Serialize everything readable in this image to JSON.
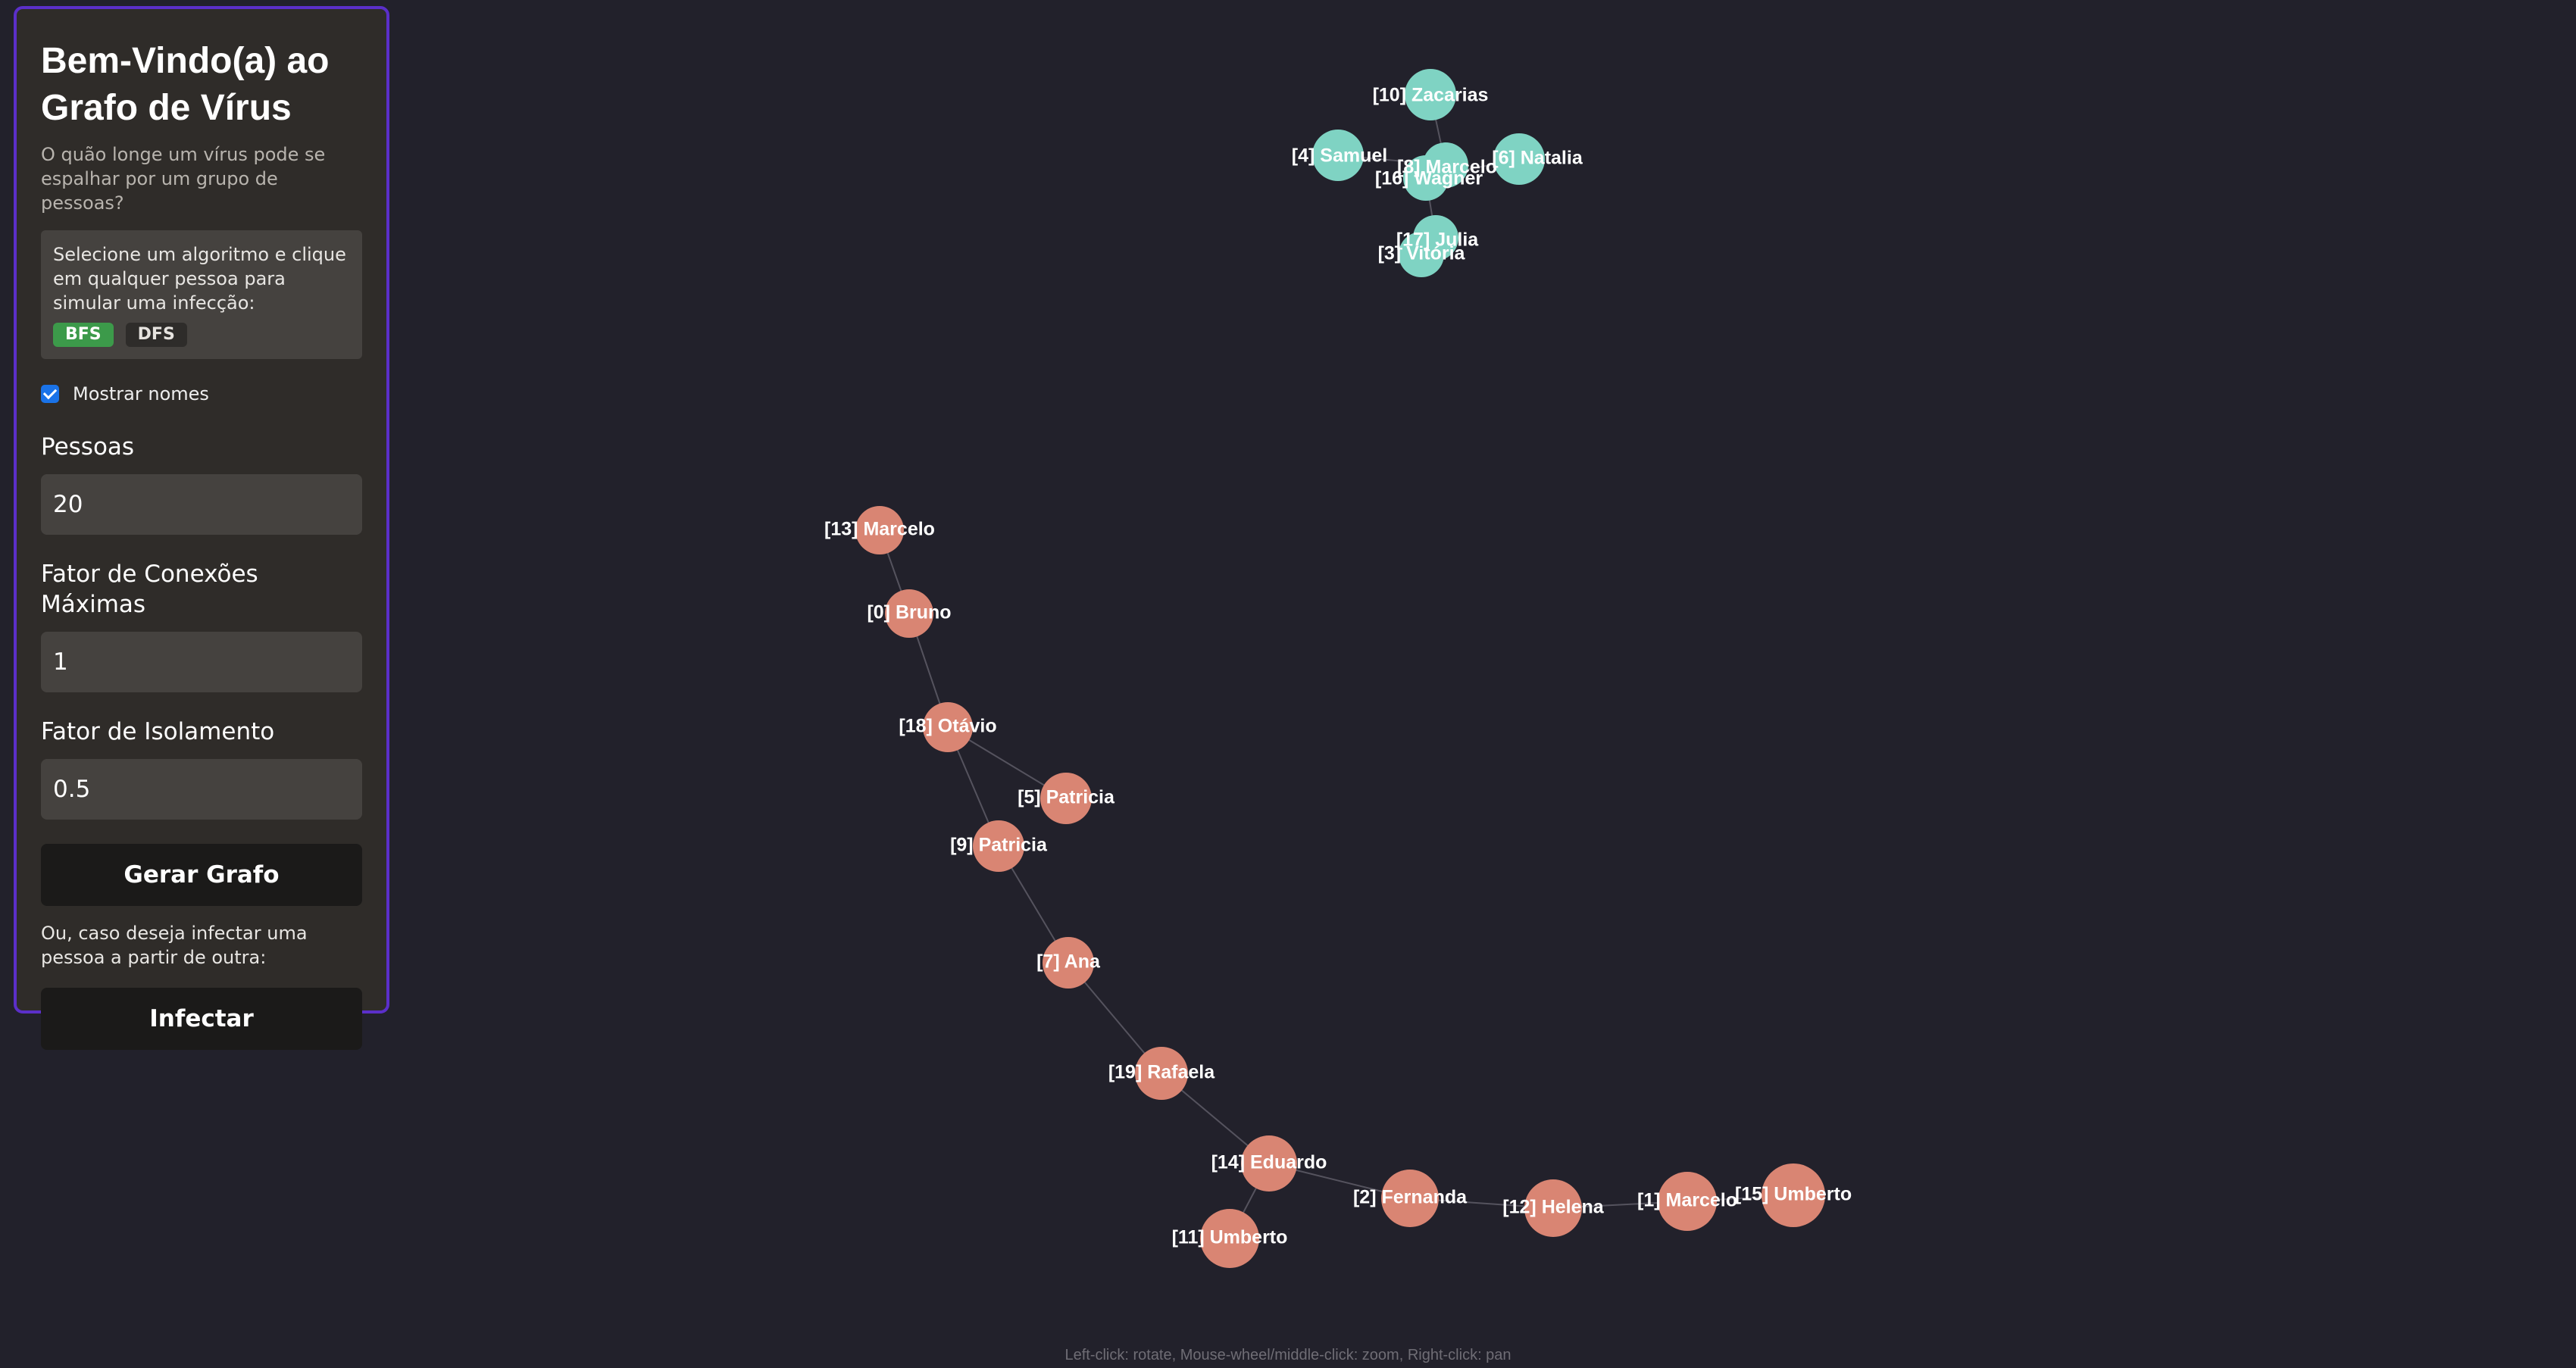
{
  "panel": {
    "title": "Bem-Vindo(a) ao Grafo de Vírus",
    "subtitle": "O quão longe um vírus pode se espalhar por um grupo de pessoas?",
    "info_text": "Selecione um algoritmo e clique em qualquer pessoa para simular uma infecção:",
    "algorithms": [
      {
        "label": "BFS",
        "selected": true
      },
      {
        "label": "DFS",
        "selected": false
      }
    ],
    "show_names": {
      "label": "Mostrar nomes",
      "checked": true
    },
    "fields": {
      "pessoas": {
        "label": "Pessoas",
        "value": "20"
      },
      "conexoes": {
        "label": "Fator de Conexões Máximas",
        "value": "1"
      },
      "isolamento": {
        "label": "Fator de Isolamento",
        "value": "0.5"
      }
    },
    "generate_button": "Gerar Grafo",
    "or_text": "Ou, caso deseja infectar uma pessoa a partir de outra:",
    "infect_button": "Infectar"
  },
  "colors": {
    "background": "#22212b",
    "panel_border": "#5b2fc9",
    "healthy_node": "#7fd3c3",
    "infected_node": "#d98573",
    "edge": "#55535e"
  },
  "graph": {
    "nodes": [
      {
        "label": "[10] Zacarias",
        "state": "healthy"
      },
      {
        "label": "[4] Samuel",
        "state": "healthy"
      },
      {
        "label": "[8] Marcelo",
        "state": "healthy"
      },
      {
        "label": "[16] Wagner",
        "state": "healthy"
      },
      {
        "label": "[6] Natalia",
        "state": "healthy"
      },
      {
        "label": "[17] Julia",
        "state": "healthy"
      },
      {
        "label": "[3] Vitória",
        "state": "healthy"
      },
      {
        "label": "[13] Marcelo",
        "state": "infected"
      },
      {
        "label": "[0] Bruno",
        "state": "infected"
      },
      {
        "label": "[18] Otávio",
        "state": "infected"
      },
      {
        "label": "[5] Patricia",
        "state": "infected"
      },
      {
        "label": "[9] Patricia",
        "state": "infected"
      },
      {
        "label": "[7] Ana",
        "state": "infected"
      },
      {
        "label": "[19] Rafaela",
        "state": "infected"
      },
      {
        "label": "[14] Eduardo",
        "state": "infected"
      },
      {
        "label": "[11] Umberto",
        "state": "infected"
      },
      {
        "label": "[2] Fernanda",
        "state": "infected"
      },
      {
        "label": "[12] Helena",
        "state": "infected"
      },
      {
        "label": "[1] Marcelo",
        "state": "infected"
      },
      {
        "label": "[15] Umberto",
        "state": "infected"
      }
    ]
  },
  "hint": "Left-click: rotate, Mouse-wheel/middle-click: zoom, Right-click: pan"
}
